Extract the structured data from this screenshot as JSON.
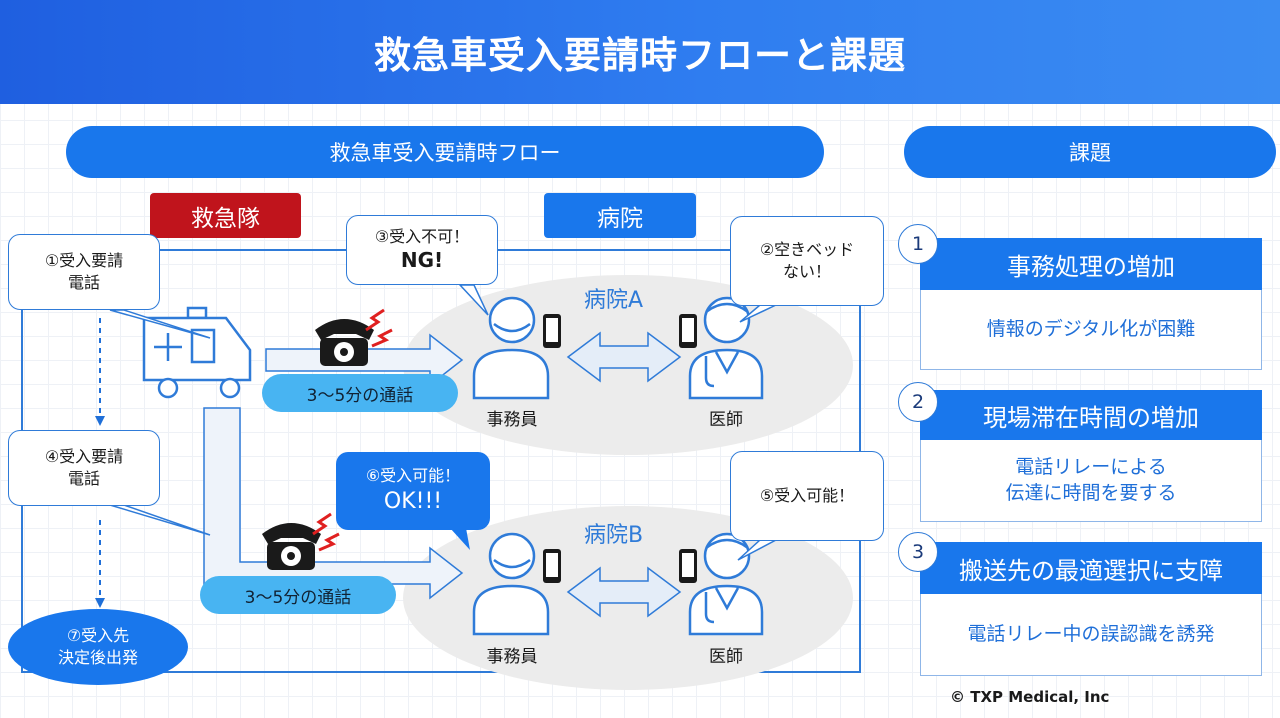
{
  "header": {
    "title": "救急車受入要請時フローと課題"
  },
  "flow": {
    "title": "救急車受入要請時フロー",
    "tag_ems": "救急隊",
    "tag_hospital": "病院",
    "hospital_a": "病院A",
    "hospital_b": "病院B",
    "clerk": "事務員",
    "doctor": "医師",
    "call_duration": "3〜5分の通話",
    "steps": {
      "s1": [
        "①受入要請",
        "電話"
      ],
      "s2": [
        "②空きベッド",
        "ない！"
      ],
      "s3": [
        "③受入不可！",
        "NG!"
      ],
      "s4": [
        "④受入要請",
        "電話"
      ],
      "s5": [
        "⑤受入可能！"
      ],
      "s6": [
        "⑥受入可能！",
        "OK!!!"
      ],
      "s7": [
        "⑦受入先",
        "決定後出発"
      ]
    }
  },
  "issues": {
    "title": "課題",
    "items": [
      {
        "num": "1",
        "title": "事務処理の増加",
        "lines": [
          "情報のデジタル化が困難"
        ]
      },
      {
        "num": "2",
        "title": "現場滞在時間の増加",
        "lines": [
          "電話リレーによる",
          "伝達に時間を要する"
        ]
      },
      {
        "num": "3",
        "title": "搬送先の最適選択に支障",
        "lines": [
          "電話リレー中の誤認識を誘発"
        ]
      }
    ]
  },
  "copyright": "© TXP Medical, Inc",
  "colors": {
    "primary": "#1977ec",
    "ems_red": "#c0141c",
    "call_pill": "#48b4f2",
    "line_blue": "#2f7bd8"
  },
  "icons": [
    "ambulance-icon",
    "telephone-icon",
    "smartphone-icon",
    "clerk-person-icon",
    "doctor-person-icon"
  ]
}
